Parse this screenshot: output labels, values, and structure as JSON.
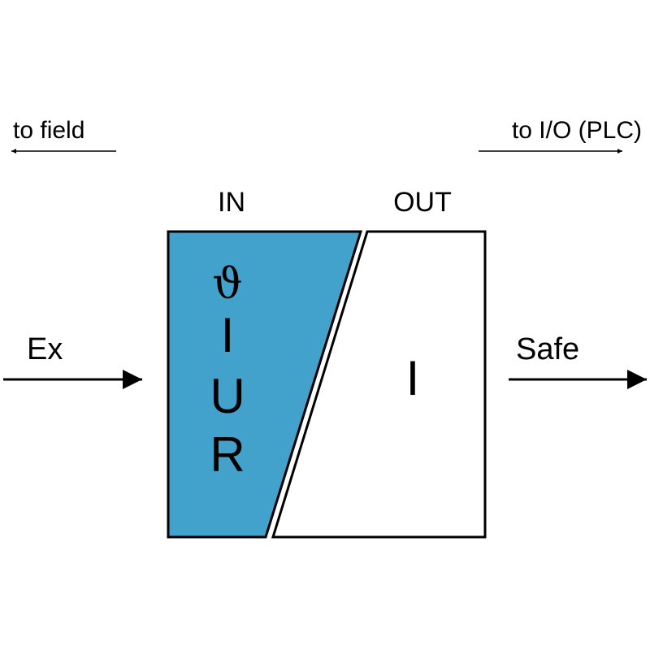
{
  "colors": {
    "input_fill": "#42A2CB",
    "output_fill": "#FFFFFF",
    "stroke": "#000000"
  },
  "direction_labels": {
    "to_field": "to field",
    "to_io": "to I/O (PLC)"
  },
  "side_labels": {
    "ex": "Ex",
    "safe": "Safe"
  },
  "block": {
    "in_label": "IN",
    "out_label": "OUT",
    "input_signals": [
      "ϑ",
      "I",
      "U",
      "R"
    ],
    "output_signals": [
      "I"
    ]
  }
}
